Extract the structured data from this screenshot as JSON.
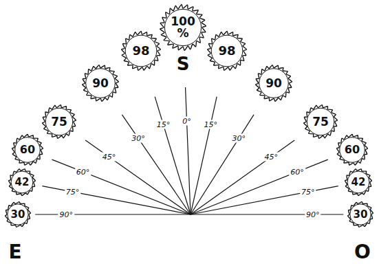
{
  "diagram": {
    "nodes": [
      {
        "text": [
          "100 %"
        ]
      },
      {
        "text": [
          "98"
        ]
      },
      {
        "text": [
          "98"
        ]
      },
      {
        "text": [
          "90"
        ]
      },
      {
        "text": [
          "90"
        ]
      },
      {
        "text": [
          "75"
        ]
      },
      {
        "text": [
          "75"
        ]
      },
      {
        "text": [
          "60"
        ]
      },
      {
        "text": [
          "60"
        ]
      },
      {
        "text": [
          "42"
        ]
      },
      {
        "text": [
          "42"
        ]
      },
      {
        "text": [
          "30"
        ]
      },
      {
        "text": [
          "30"
        ]
      }
    ],
    "labels": [
      "S",
      "0°",
      "15°",
      "15°",
      "30°",
      "30°",
      "45°",
      "45°",
      "60°",
      "60°",
      "75°",
      "75°",
      "90°",
      "90°",
      "E",
      "O"
    ]
  }
}
